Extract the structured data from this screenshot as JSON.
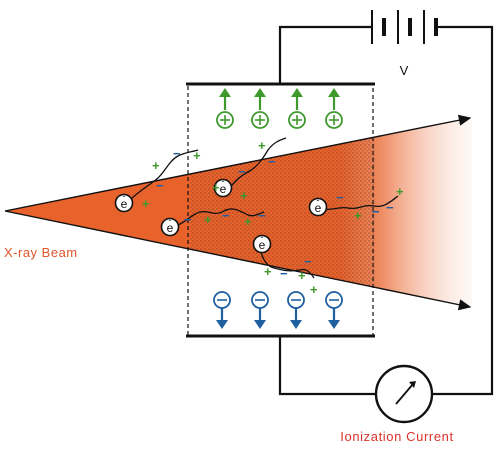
{
  "labels": {
    "beam": "X-ray Beam",
    "voltage": "V",
    "current": "Ionization Current",
    "electron": "e",
    "electron_mark": "-",
    "positive": "+",
    "negative": "−"
  },
  "colors": {
    "beam": "#e8622c",
    "beam_label": "#e0552a",
    "current_label": "#d9332a",
    "positive": "#3f9a2e",
    "negative": "#1f5fa0",
    "wire": "#111111"
  },
  "icons": {
    "battery": "battery-icon",
    "meter": "ammeter-icon",
    "positive_ion": "positive-ion-icon",
    "negative_ion": "negative-ion-icon",
    "electron": "electron-icon"
  }
}
